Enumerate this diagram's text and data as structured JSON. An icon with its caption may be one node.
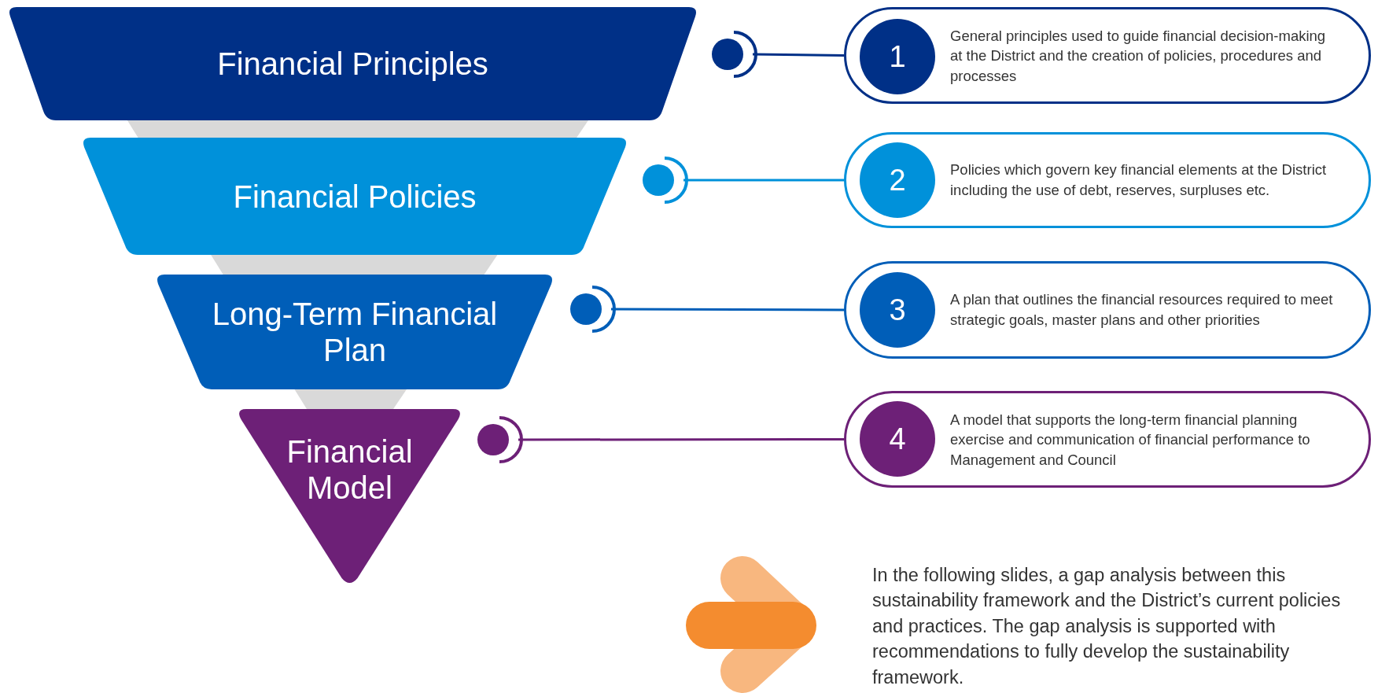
{
  "diagram": {
    "nodes": [
      {
        "text": [
          "Financial Principles"
        ]
      },
      {
        "text": [],
        "shape": "circle"
      },
      {
        "text": [
          "General principles used to guide financial decision-making at the District and the creation of policies, procedures and processes"
        ]
      },
      {
        "text": [
          "1"
        ],
        "in": 2
      },
      {
        "text": [
          "Financial Policies"
        ]
      },
      {
        "text": [],
        "shape": "circle"
      },
      {
        "text": [
          "Policies which govern key financial elements at the District including the use of debt, reserves, surpluses etc."
        ]
      },
      {
        "text": [
          "2"
        ],
        "in": 6
      },
      {
        "text": [
          "Long-Term Financial Plan"
        ]
      },
      {
        "text": [],
        "shape": "circle"
      },
      {
        "text": [
          "A plan that outlines the financial resources required to meet strategic goals, master plans and other priorities"
        ]
      },
      {
        "text": [
          "3"
        ],
        "in": 10
      },
      {
        "text": [
          "Financial Model"
        ]
      },
      {
        "text": [],
        "shape": "circle"
      },
      {
        "text": [
          "A model that supports the long-term financial planning exercise and communication of financial performance to Management and Council"
        ]
      },
      {
        "text": [
          "4"
        ],
        "in": 14
      }
    ],
    "edges": [
      {
        "from": 1,
        "to": 2,
        "arrow": "none",
        "color": "#003087"
      },
      {
        "from": 5,
        "to": 6,
        "arrow": "none",
        "color": "#0091da"
      },
      {
        "from": 9,
        "to": 10,
        "arrow": "none",
        "color": "#005eb8"
      },
      {
        "from": 13,
        "to": 14,
        "arrow": "none",
        "color": "#6d2077"
      }
    ],
    "labels": [
      "In the following slides, a gap analysis between this sustainability framework and the District’s current policies and practices. The gap analysis is supported with recommendations to fully develop the sustainability framework."
    ]
  }
}
